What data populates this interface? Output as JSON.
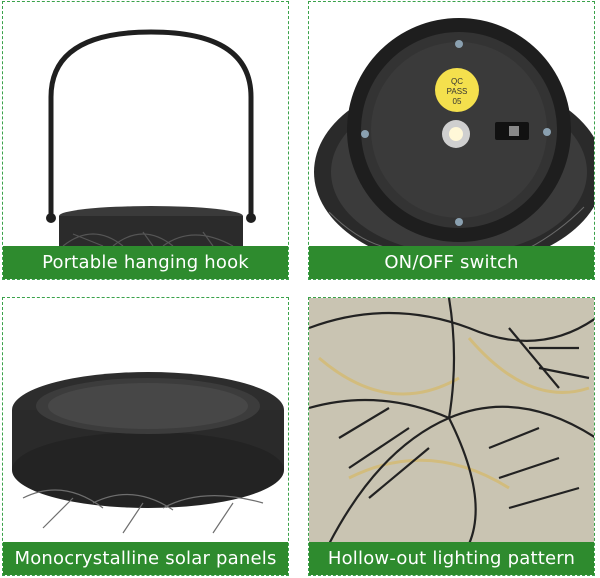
{
  "panels": [
    {
      "caption": "Portable hanging hook"
    },
    {
      "caption": "ON/OFF switch"
    },
    {
      "caption": "Monocrystalline solar panels"
    },
    {
      "caption": "Hollow-out lighting pattern"
    }
  ],
  "sticker": {
    "line1": "QC",
    "line2": "PASS",
    "line3": "05"
  },
  "colors": {
    "caption_bg": "#2e8b2e",
    "border": "#3aa24a",
    "metal": "#2a2a2a",
    "sticker": "#f4e04d",
    "glow": "#d9b85a"
  }
}
